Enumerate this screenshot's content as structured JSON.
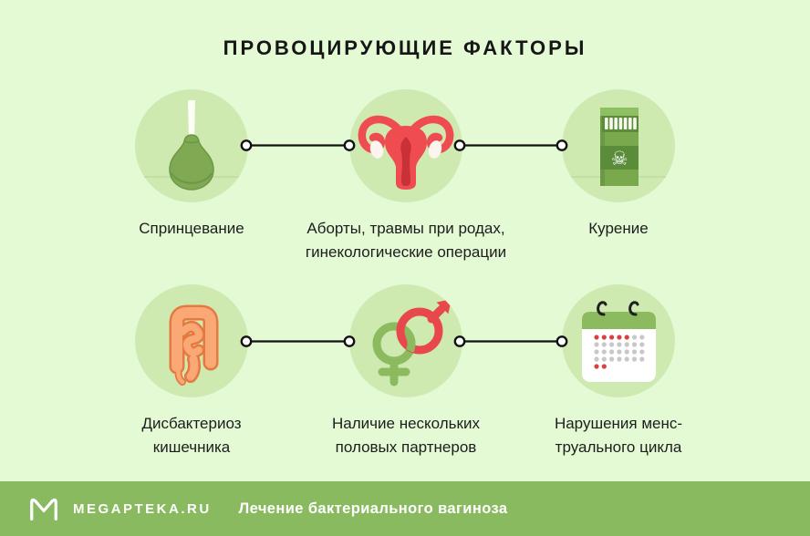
{
  "title": "ПРОВОЦИРУЮЩИЕ ФАКТОРЫ",
  "factors": [
    {
      "icon": "douche-icon",
      "label": "Спринцевание"
    },
    {
      "icon": "uterus-icon",
      "label": "Аборты, травмы при родах,\nгинекологические операции"
    },
    {
      "icon": "cigarette-pack-icon",
      "label": "Курение"
    },
    {
      "icon": "intestines-icon",
      "label": "Дисбактериоз\nкишечника"
    },
    {
      "icon": "gender-symbols-icon",
      "label": "Наличие нескольких\nполовых партнеров"
    },
    {
      "icon": "calendar-icon",
      "label": "Нарушения менс-\nтруального цикла"
    }
  ],
  "footer": {
    "logo_icon": "megapteka-logo-icon",
    "brand": "MEGAPTEKA.RU",
    "caption": "Лечение бактериального вагиноза"
  },
  "colors": {
    "background": "#e3fad5",
    "circle_fill": "#cfeab1",
    "footer_bar": "#8aba60",
    "text": "#1d1d1d",
    "connector": "#111111",
    "accent_green": "#8cbb5f",
    "accent_red": "#e8484c",
    "intestine_orange": "#f9a876",
    "calendar_red": "#d94040"
  }
}
